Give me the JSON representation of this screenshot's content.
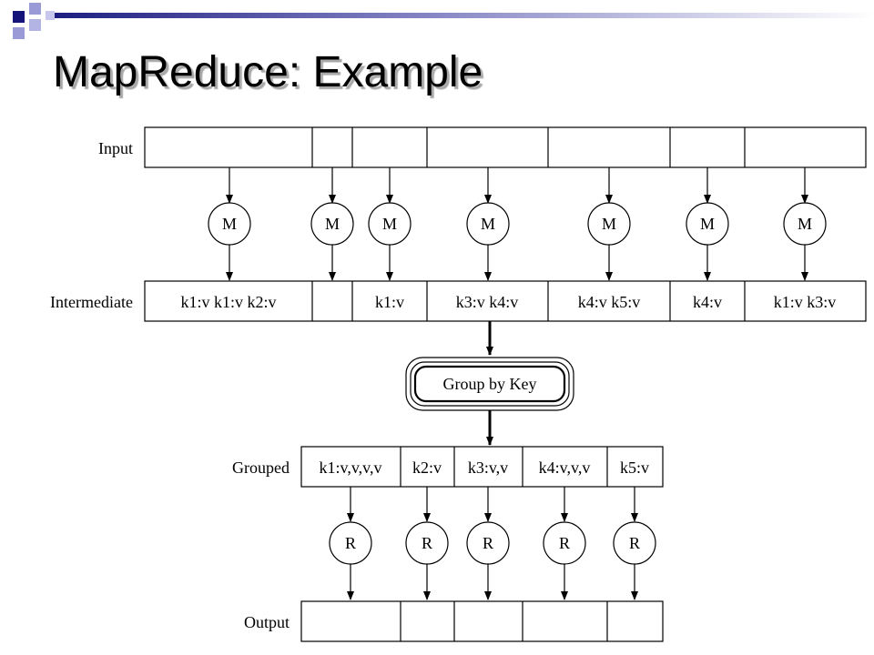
{
  "slide": {
    "title": "MapReduce: Example"
  },
  "diagram": {
    "rows": {
      "input": "Input",
      "intermediate": "Intermediate",
      "grouped": "Grouped",
      "output": "Output"
    },
    "map_label": "M",
    "reduce_label": "R",
    "group_label": "Group by Key",
    "intermediate_cells": [
      "k1:v k1:v k2:v",
      "",
      "k1:v",
      "k3:v k4:v",
      "k4:v k5:v",
      "k4:v",
      "k1:v k3:v"
    ],
    "grouped_cells": [
      "k1:v,v,v,v",
      "k2:v",
      "k3:v,v",
      "k4:v,v,v",
      "k5:v"
    ]
  },
  "colors": {
    "deco_dark": "#14147a",
    "deco_light": "#9a9ad6",
    "deco_bar_start": "#1e1e82",
    "deco_bar_end": "#ffffff"
  }
}
